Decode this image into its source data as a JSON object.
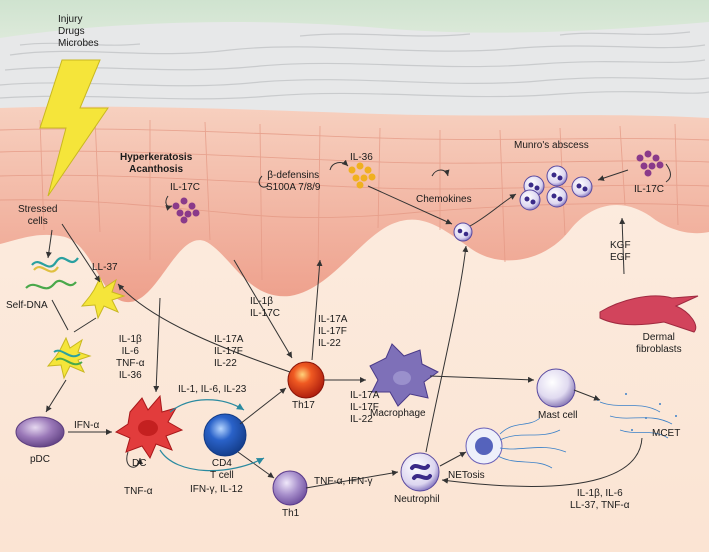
{
  "diagram": {
    "labels": {
      "triggers": "Injury\nDrugs\nMicrobes",
      "stressed_cells": "Stressed\ncells",
      "hyperkeratosis": "Hyperkeratosis\nAcanthosis",
      "il17c_left": "IL-17C",
      "defensins": "β-defensins\nS100A 7/8/9",
      "il36": "IL-36",
      "chemokines": "Chemokines",
      "munro": "Munro's abscess",
      "il17c_right": "IL-17C",
      "kgf_egf": "KGF\nEGF",
      "dermal_fibroblasts": "Dermal\nfibroblasts",
      "ll37": "LL-37",
      "self_dna": "Self-DNA",
      "dc_cytokines": "IL-1β\nIL-6\nTNF-α\nIL-36",
      "il17_to_ll37": "IL-17A\nIL-17F\nIL-22",
      "il1b_il17c": "IL-1β\nIL-17C",
      "th17_output_up": "IL-17A\nIL-17F\nIL-22",
      "th17_output_right": "IL-17A\nIL-17F\nIL-22",
      "pdc": "pDC",
      "ifn_alpha": "IFN-α",
      "dc": "DC",
      "tnf_alpha_dc": "TNF-α",
      "dc_to_cd4_top": "IL-1, IL-6, IL-23",
      "dc_to_cd4_bottom": "IFN-γ, IL-12",
      "cd4": "CD4\nT cell",
      "th17": "Th17",
      "th1": "Th1",
      "th1_to_neutrophil": "TNF-α, IFN-γ",
      "neutrophil": "Neutrophil",
      "macrophage": "Macrophage",
      "mast_cell": "Mast cell",
      "mcet": "MCET",
      "netosis": "NETosis",
      "mast_cytokines": "IL-1β, IL-6\nLL-37, TNF-α"
    },
    "colors": {
      "stratum_corneum": "#e9eaea",
      "epidermis": "#f3b5a2",
      "dermis": "#fbe9dc",
      "lightning": "#f5e53a",
      "th17": "#e53a1c",
      "cd4": "#2a62c9",
      "th1": "#9b80c0",
      "neutrophil": "#6e62b8",
      "dc": "#e23c3c",
      "pdc": "#8a68a8",
      "macrophage": "#7e70b8",
      "il17c_granules": "#8a3a8a",
      "il36_granules": "#f0b020",
      "fibroblast": "#d2445c",
      "arrow_teal": "#2a8aa0"
    }
  }
}
